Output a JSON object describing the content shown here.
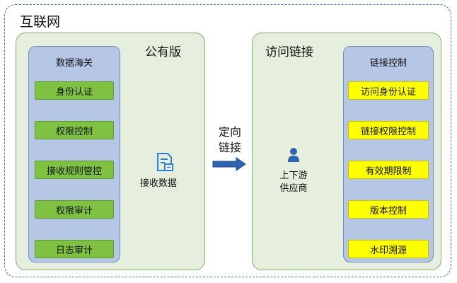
{
  "outer": {
    "title": "互联网"
  },
  "public_panel": {
    "title": "公有版",
    "column_title": "数据海关",
    "items": [
      "身份认证",
      "权限控制",
      "接收规则管控",
      "权限审计",
      "日志审计"
    ],
    "receive_label": "接收数据",
    "icon": "document-icon"
  },
  "connector": {
    "label_line1": "定向",
    "label_line2": "链接",
    "arrow_color": "#2e63b0"
  },
  "access_panel": {
    "title": "访问链接",
    "column_title": "链接控制",
    "items": [
      "访问身份认证",
      "链接权限控制",
      "有效期限制",
      "版本控制",
      "水印溯源"
    ],
    "supplier_line1": "上下游",
    "supplier_line2": "供应商",
    "icon": "person-icon"
  },
  "colors": {
    "panel_bg": "#e6eedd",
    "column_bg": "#b6c7e6",
    "item_green": "#7fc241",
    "item_yellow": "#ffff00",
    "accent_blue": "#2e63b0"
  }
}
